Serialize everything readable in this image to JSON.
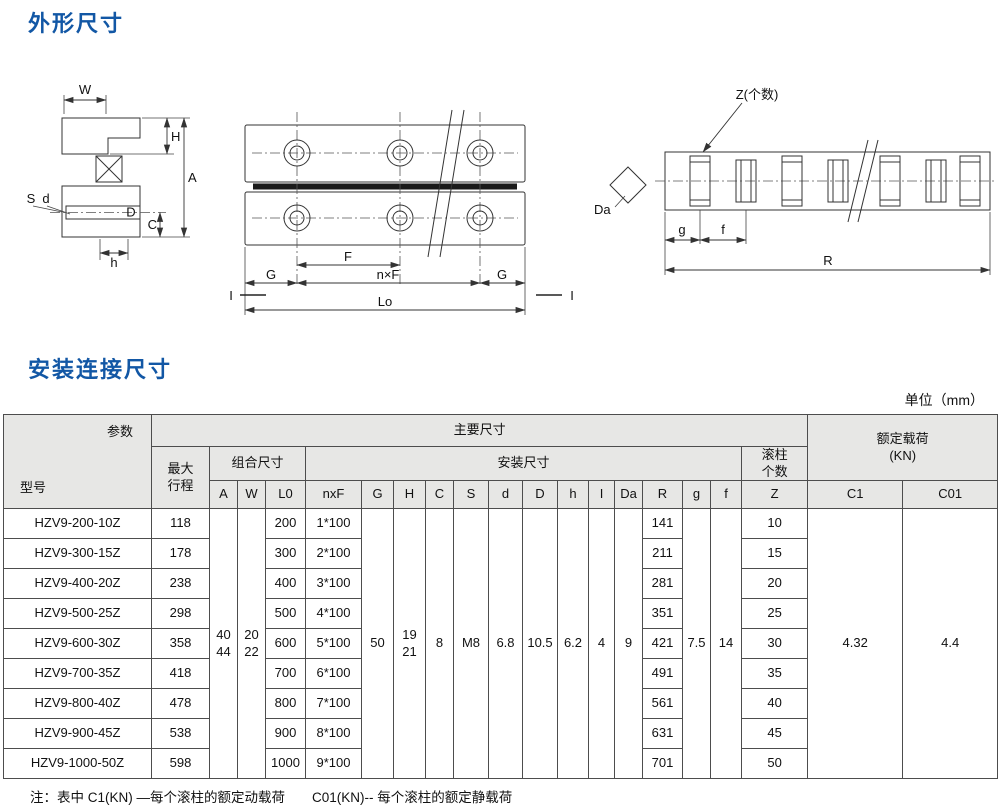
{
  "page": {
    "title_outline": "外形尺寸",
    "title_install": "安装连接尺寸",
    "unit_label": "单位（mm）",
    "note": "注：表中 C1(KN) —每个滚柱的额定动载荷　　C01(KN)-- 每个滚柱的额定静载荷"
  },
  "colors": {
    "title_blue": "#1257a5",
    "table_border": "#4d4d4d",
    "header_bg": "#e7e7e5"
  },
  "drawings": {
    "end_view": {
      "w": "W",
      "h_dim": "H",
      "a": "A",
      "s": "S",
      "d": "d",
      "dd": "D",
      "c": "C",
      "h_small": "h"
    },
    "plan_view": {
      "f": "F",
      "g_left": "G",
      "nxf": "n×F",
      "g_right": "G",
      "lo": "Lo",
      "i_left": "I",
      "i_right": "I"
    },
    "side_view": {
      "z": "Z(个数)",
      "da": "Da",
      "g": "g",
      "f": "f",
      "r": "R"
    }
  },
  "table": {
    "header": {
      "param": "参数",
      "model": "型号",
      "main_dims": "主要尺寸",
      "max_stroke": "最大\n行程",
      "combo_dims": "组合尺寸",
      "install_dims": "安装尺寸",
      "roller_count": "滚柱\n个数",
      "rated_load": "额定载荷\n(KN)",
      "cols": {
        "A": "A",
        "W": "W",
        "L0": "L0",
        "nxF": "nxF",
        "G": "G",
        "H": "H",
        "C": "C",
        "S": "S",
        "d": "d",
        "D": "D",
        "h": "h",
        "I": "I",
        "Da": "Da",
        "R": "R",
        "g": "g",
        "f": "f",
        "Z": "Z",
        "C1": "C1",
        "C01": "C01"
      }
    },
    "shared": {
      "A": "40\n44",
      "W": "20\n22",
      "G": "50",
      "H": "19\n21",
      "C": "8",
      "S": "M8",
      "d": "6.8",
      "D": "10.5",
      "h": "6.2",
      "I": "4",
      "Da": "9",
      "g": "7.5",
      "f": "14",
      "C1": "4.32",
      "C01": "4.4"
    },
    "rows": [
      {
        "model": "HZV9-200-10Z",
        "stroke": "118",
        "L0": "200",
        "nxF": "1*100",
        "R": "141",
        "Z": "10"
      },
      {
        "model": "HZV9-300-15Z",
        "stroke": "178",
        "L0": "300",
        "nxF": "2*100",
        "R": "211",
        "Z": "15"
      },
      {
        "model": "HZV9-400-20Z",
        "stroke": "238",
        "L0": "400",
        "nxF": "3*100",
        "R": "281",
        "Z": "20"
      },
      {
        "model": "HZV9-500-25Z",
        "stroke": "298",
        "L0": "500",
        "nxF": "4*100",
        "R": "351",
        "Z": "25"
      },
      {
        "model": "HZV9-600-30Z",
        "stroke": "358",
        "L0": "600",
        "nxF": "5*100",
        "R": "421",
        "Z": "30"
      },
      {
        "model": "HZV9-700-35Z",
        "stroke": "418",
        "L0": "700",
        "nxF": "6*100",
        "R": "491",
        "Z": "35"
      },
      {
        "model": "HZV9-800-40Z",
        "stroke": "478",
        "L0": "800",
        "nxF": "7*100",
        "R": "561",
        "Z": "40"
      },
      {
        "model": "HZV9-900-45Z",
        "stroke": "538",
        "L0": "900",
        "nxF": "8*100",
        "R": "631",
        "Z": "45"
      },
      {
        "model": "HZV9-1000-50Z",
        "stroke": "598",
        "L0": "1000",
        "nxF": "9*100",
        "R": "701",
        "Z": "50"
      }
    ]
  }
}
